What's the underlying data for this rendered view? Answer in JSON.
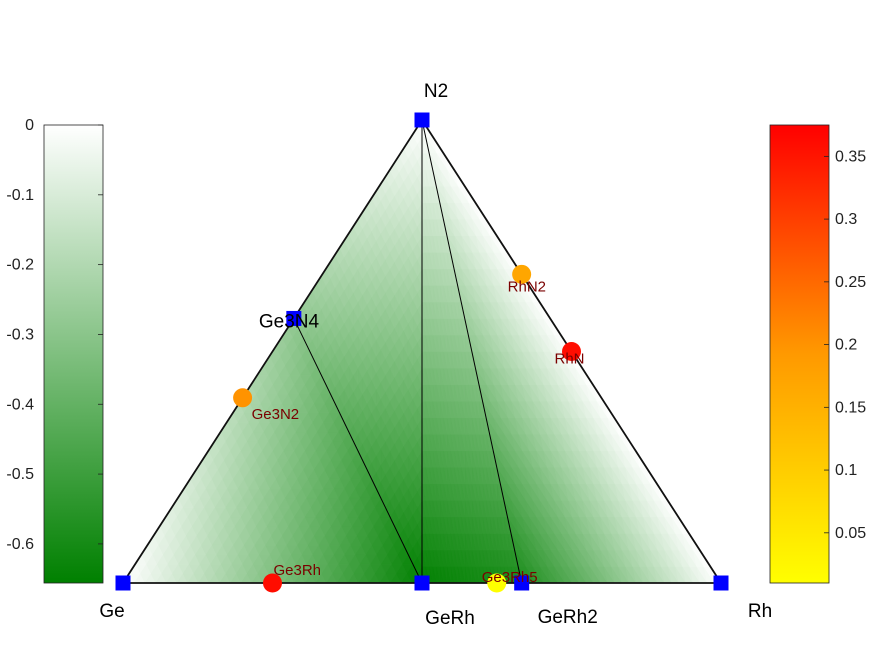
{
  "chart_data": {
    "type": "scatter",
    "subtype": "ternary-phase-diagram",
    "vertices": {
      "top": "N2",
      "left": "Ge",
      "right": "Rh"
    },
    "stable_phases": [
      {
        "label": "N2",
        "n_frac": 1.0,
        "rh_frac": 0.0,
        "energy": 0
      },
      {
        "label": "Ge3N4",
        "n_frac": 0.5714,
        "rh_frac": 0.0,
        "energy": -0.28
      },
      {
        "label": "Ge",
        "n_frac": 0.0,
        "rh_frac": 0.0,
        "energy": 0
      },
      {
        "label": "GeRh",
        "n_frac": 0.0,
        "rh_frac": 0.5,
        "energy": -0.65
      },
      {
        "label": "GeRh2",
        "n_frac": 0.0,
        "rh_frac": 0.6667,
        "energy": -0.58
      },
      {
        "label": "Rh",
        "n_frac": 0.0,
        "rh_frac": 1.0,
        "energy": 0
      }
    ],
    "tie_lines": [
      [
        "N2",
        "GeRh"
      ],
      [
        "N2",
        "GeRh2"
      ],
      [
        "Ge3N4",
        "GeRh"
      ]
    ],
    "unstable_phases": [
      {
        "label": "Ge3N2",
        "n_frac": 0.4,
        "rh_frac": 0.0,
        "e_above_hull": 0.2
      },
      {
        "label": "RhN2",
        "n_frac": 0.6667,
        "rh_frac": 0.3333,
        "e_above_hull": 0.17
      },
      {
        "label": "RhN",
        "n_frac": 0.5,
        "rh_frac": 0.5,
        "e_above_hull": 0.36
      },
      {
        "label": "Ge3Rh",
        "n_frac": 0.0,
        "rh_frac": 0.25,
        "e_above_hull": 0.36
      },
      {
        "label": "Ge3Rh5",
        "n_frac": 0.0,
        "rh_frac": 0.625,
        "e_above_hull": 0.01
      }
    ],
    "formation_energy_colorbar": {
      "min": -0.656,
      "max": 0,
      "ticks": [
        0,
        -0.1,
        -0.2,
        -0.3,
        -0.4,
        -0.5,
        -0.6
      ],
      "tick_labels": [
        "0",
        "-0.1",
        "-0.2",
        "-0.3",
        "-0.4",
        "-0.5",
        "-0.6"
      ],
      "colors": {
        "low": "#008000",
        "high": "#ffffff"
      }
    },
    "hull_distance_colorbar": {
      "min": 0.01,
      "max": 0.375,
      "ticks": [
        0.05,
        0.1,
        0.15,
        0.2,
        0.25,
        0.3,
        0.35
      ],
      "tick_labels": [
        "0.05",
        "0.1",
        "0.15",
        "0.2",
        "0.25",
        "0.3",
        "0.35"
      ],
      "colors": {
        "low": "#ffff00",
        "mid": "#ff9900",
        "high": "#ff0000"
      }
    },
    "colors": {
      "stable_marker": "#0000ff",
      "tie_line": "#000000",
      "phase_label": "#7a0000"
    }
  }
}
